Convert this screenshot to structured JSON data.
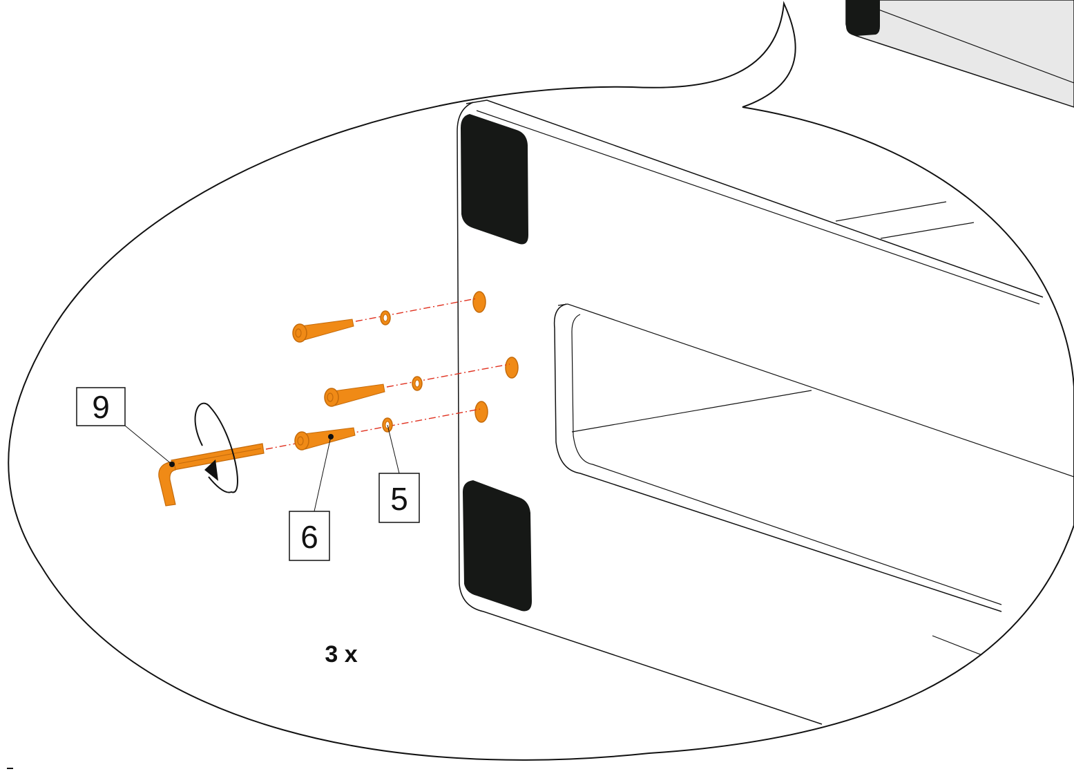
{
  "colors": {
    "hardware": "#f08a16",
    "hardware_shade": "#c46a0a",
    "foot_pad": "#161816",
    "outline": "#111111",
    "background": "#ffffff",
    "frame_fill": "#e8e8e8",
    "axis_line": "#e0301e"
  },
  "callouts": {
    "allen_key": "9",
    "bolt": "6",
    "washer": "5"
  },
  "quantity": "3 x",
  "icons": {
    "rotation": "clockwise-rotation-arrow-icon"
  }
}
